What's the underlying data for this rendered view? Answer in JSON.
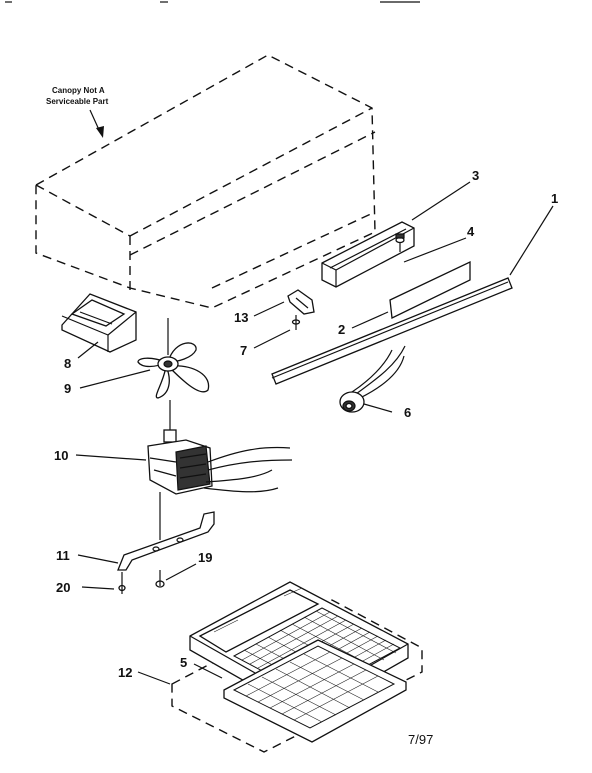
{
  "canopy_note": [
    "Canopy Not A",
    "Serviceable Part"
  ],
  "callouts": {
    "c1": "1",
    "c2": "2",
    "c3": "3",
    "c4": "4",
    "c5": "5",
    "c6": "6",
    "c7": "7",
    "c8": "8",
    "c9": "9",
    "c10": "10",
    "c11": "11",
    "c12": "12",
    "c13": "13",
    "c19": "19",
    "c20": "20"
  },
  "date_code": "7/97"
}
